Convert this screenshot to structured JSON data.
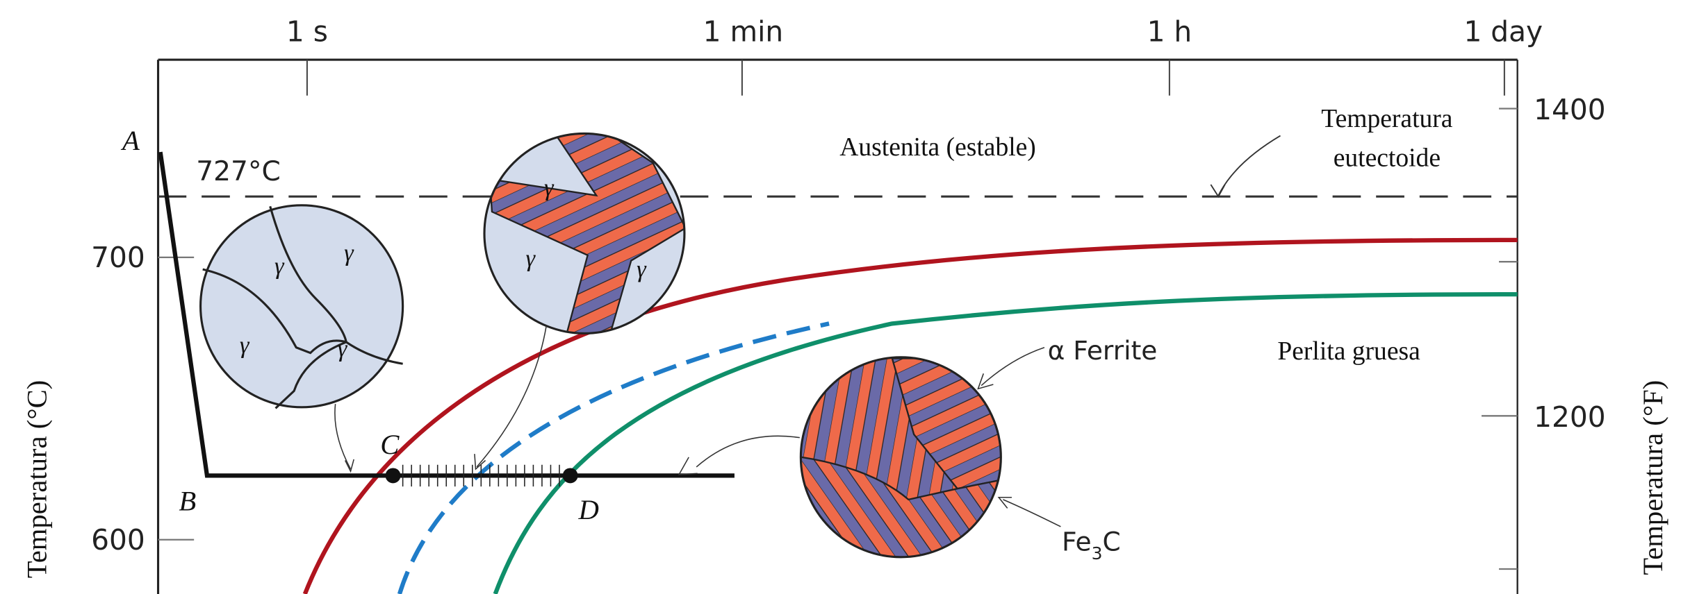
{
  "top_axis": {
    "ticks": [
      "1 s",
      "1 min",
      "1 h",
      "1 day"
    ]
  },
  "left_axis": {
    "label": "Temperatura (°C)",
    "ticks": [
      "700",
      "600"
    ]
  },
  "right_axis": {
    "label": "Temperatura (°F)",
    "ticks": [
      "1400",
      "1200"
    ]
  },
  "eutectoid": {
    "value_label": "727°C",
    "annotation_line1": "Temperatura",
    "annotation_line2": "eutectoide"
  },
  "regions": {
    "austenite": "Austenita (estable)",
    "coarse_pearlite": "Perlita gruesa"
  },
  "points": {
    "a": "A",
    "b": "B",
    "c": "C",
    "d": "D"
  },
  "microstructure": {
    "gamma": "γ",
    "ferrite": "α Ferrite",
    "cementite_prefix": "Fe",
    "cementite_sub": "3",
    "cementite_suffix": "C"
  },
  "colors": {
    "start_curve": "#b0141e",
    "finish_curve": "#0f8f6a",
    "mid_curve": "#1f7cc8",
    "ferrite": "#6a6aa8",
    "cementite": "#ef6a4a",
    "austenite_fill": "#d3dcec"
  }
}
